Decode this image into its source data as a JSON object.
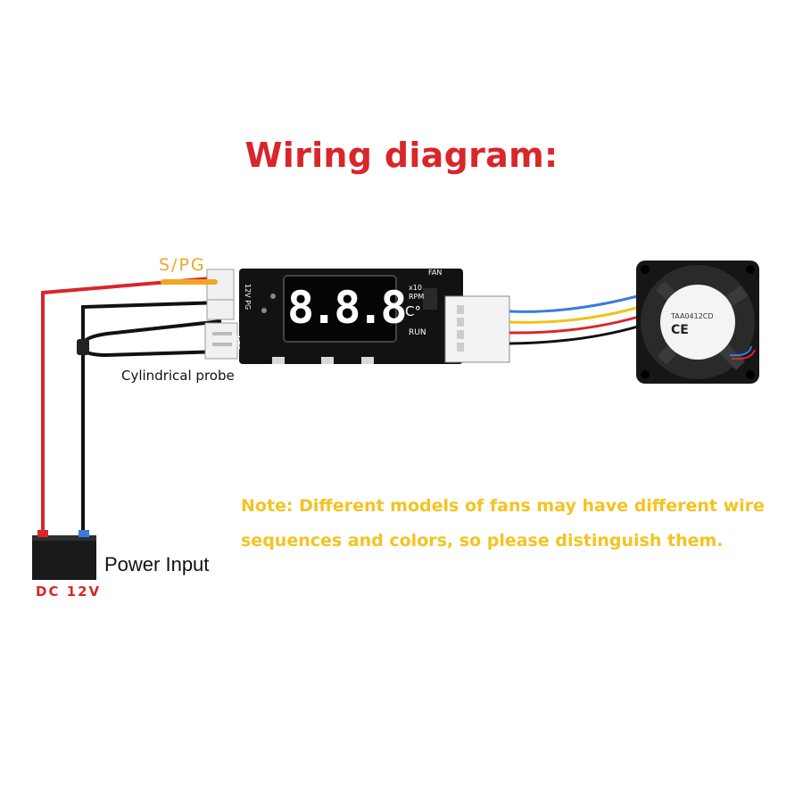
{
  "title": "Wiring diagram:",
  "labels": {
    "spg": "S/PG",
    "probe": "Cylindrical probe",
    "power": "Power Input",
    "voltage": "DC 12V"
  },
  "board": {
    "display": "8.8.8",
    "unit": "C°",
    "x10_label": "x10",
    "rpm_label": "RPM",
    "run_label": "RUN",
    "fan_label": "FAN",
    "ntc_label": "NTC",
    "pin_label": "12V PG"
  },
  "fan": {
    "model": "TAA0412CD",
    "marks": "CE"
  },
  "note": "Note: Different models of fans may have different wire sequences and colors, so please distinguish them.",
  "colors": {
    "title": "#d8262a",
    "spg": "#f0a526",
    "note": "#f5c31f",
    "display_segments": "#ffffff",
    "wire_red": "#d8262a",
    "wire_black": "#111111",
    "wire_blue": "#3a7be0",
    "wire_yellow": "#f2c21b"
  }
}
